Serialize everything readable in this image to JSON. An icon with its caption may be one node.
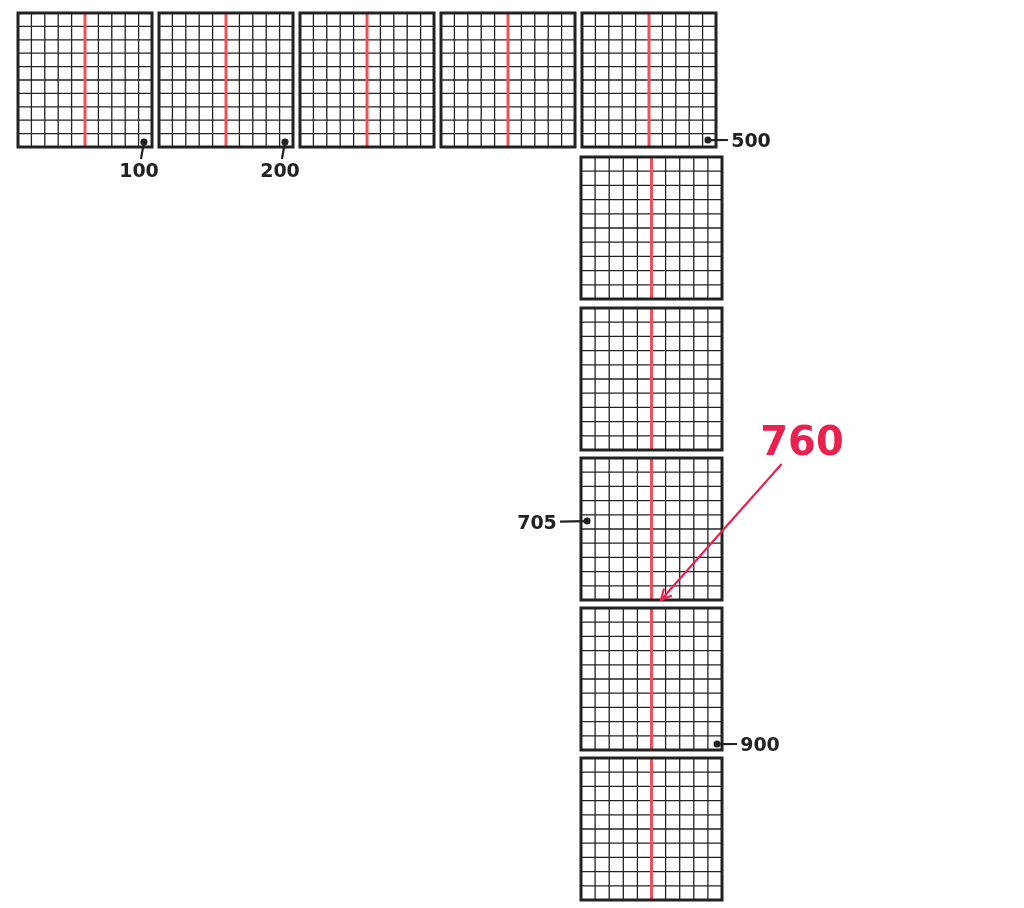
{
  "diagram": {
    "nodes": [
      {
        "text": [],
        "shape": "grid"
      },
      {
        "text": [],
        "shape": "grid"
      },
      {
        "text": [],
        "shape": "grid"
      },
      {
        "text": [],
        "shape": "grid"
      },
      {
        "text": [],
        "shape": "grid"
      },
      {
        "text": [],
        "shape": "grid"
      },
      {
        "text": [],
        "shape": "grid"
      },
      {
        "text": [],
        "shape": "grid"
      },
      {
        "text": [],
        "shape": "grid"
      },
      {
        "text": [],
        "shape": "grid"
      },
      {
        "text": [
          "100"
        ]
      },
      {
        "text": [
          "200"
        ]
      },
      {
        "text": [
          "500"
        ]
      },
      {
        "text": [
          "760"
        ]
      },
      {
        "text": [
          "705"
        ]
      },
      {
        "text": [
          "900"
        ]
      }
    ],
    "edges": [
      {
        "from": 10,
        "to": 0,
        "arrow": "other"
      },
      {
        "from": 11,
        "to": 1,
        "arrow": "other"
      },
      {
        "from": 12,
        "to": 4,
        "arrow": "other"
      },
      {
        "from": 13,
        "to": 7,
        "arrow": "to",
        "color": "#e8214f"
      },
      {
        "from": 14,
        "to": 7,
        "arrow": "other"
      },
      {
        "from": 15,
        "to": 8,
        "arrow": "other"
      }
    ]
  }
}
